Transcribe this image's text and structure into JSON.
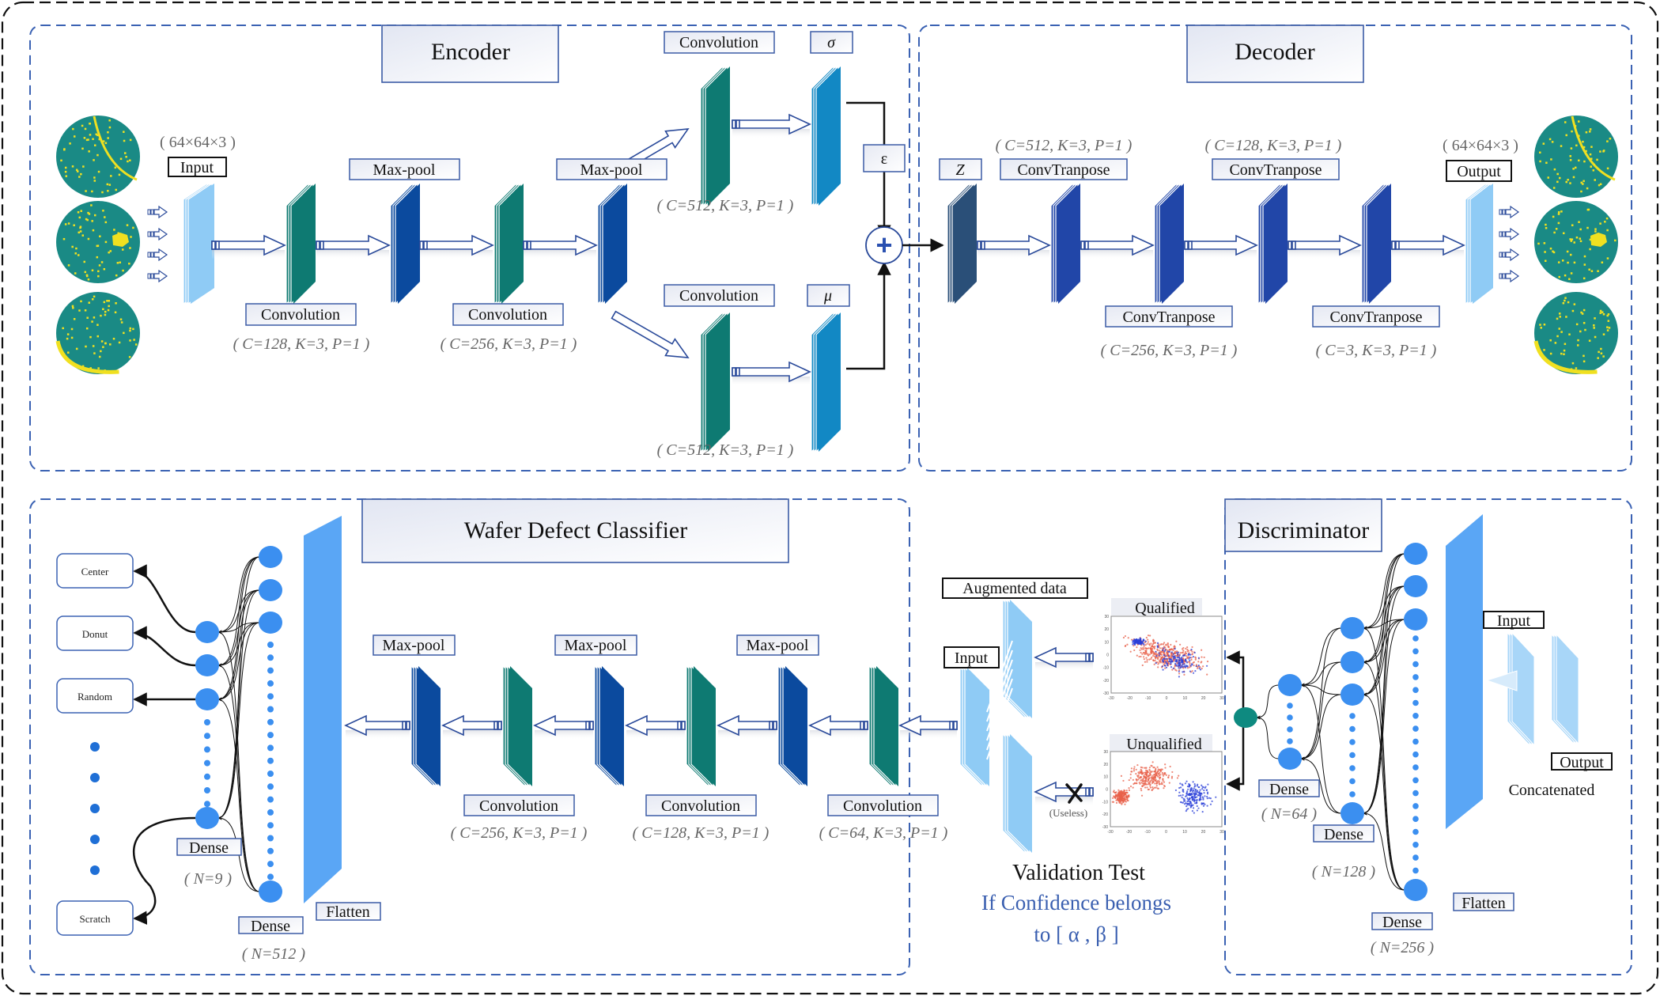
{
  "colors": {
    "panel_border": "#3b62b3",
    "conv_layer": "#0e7a72",
    "maxpool_layer": "#0b4a9e",
    "latent_layer": "#1288c4",
    "z_layer": "#2a4f78",
    "convtranspose_layer": "#2146a8",
    "io_layer": "#8fcbf5",
    "dense_node": "#3b8ff0",
    "output_node": "#0e8a80",
    "wafer_base": "#1a8a85",
    "wafer_defect": "#f0e020",
    "highlight_text": "#3a5fb0",
    "scatter_red": "#e8604a",
    "scatter_blue": "#2a3fd8"
  },
  "encoder": {
    "title": "Encoder",
    "input_size": "( 64×64×3 )",
    "input_label": "Input",
    "layers": [
      {
        "label": "Convolution",
        "params": "( C=128, K=3, P=1 )"
      },
      {
        "label": "Max-pool"
      },
      {
        "label": "Convolution",
        "params": "( C=256, K=3, P=1 )"
      },
      {
        "label": "Max-pool"
      }
    ],
    "sigma_branch": {
      "conv_label": "Convolution",
      "params": "( C=512, K=3, P=1 )",
      "out_label": "σ"
    },
    "mu_branch": {
      "conv_label": "Convolution",
      "params": "( C=512, K=3, P=1 )",
      "out_label": "μ"
    },
    "epsilon_label": "ε",
    "sum_symbol": "+"
  },
  "decoder": {
    "title": "Decoder",
    "z_label": "Z",
    "layers": [
      {
        "label": "ConvTranpose",
        "params": "( C=512, K=3, P=1 )"
      },
      {
        "label": "ConvTranpose",
        "params": "( C=256, K=3, P=1 )"
      },
      {
        "label": "ConvTranpose",
        "params": "( C=128, K=3, P=1 )"
      },
      {
        "label": "ConvTranpose",
        "params": "( C=3, K=3, P=1 )"
      }
    ],
    "output_size": "( 64×64×3 )",
    "output_label": "Output"
  },
  "classifier": {
    "title": "Wafer Defect Classifier",
    "classes": [
      "Center",
      "Donut",
      "Random",
      "Scratch"
    ],
    "dense_out": {
      "label": "Dense",
      "params": "( N=9 )"
    },
    "dense_hidden": {
      "label": "Dense",
      "params": "( N=512 )"
    },
    "flatten_label": "Flatten",
    "maxpool_labels": [
      "Max-pool",
      "Max-pool",
      "Max-pool"
    ],
    "conv_layers": [
      {
        "label": "Convolution",
        "params": "( C=256, K=3, P=1 )"
      },
      {
        "label": "Convolution",
        "params": "( C=128, K=3, P=1 )"
      },
      {
        "label": "Convolution",
        "params": "( C=64, K=3, P=1 )"
      }
    ]
  },
  "validation": {
    "augmented_label": "Augmented data",
    "input_label": "Input",
    "qualified_label": "Qualified",
    "unqualified_label": "Unqualified",
    "useless_label": "(Useless)",
    "title": "Validation Test",
    "condition_line1": "If Confidence belongs",
    "condition_line2": "to [ α  ,  β ]",
    "plot_x_ticks": [
      "-30",
      "-20",
      "-10",
      "0",
      "10",
      "20",
      "30"
    ],
    "plot_y_ticks": [
      "30",
      "20",
      "10",
      "0",
      "-10",
      "-20",
      "-30"
    ]
  },
  "discriminator": {
    "title": "Discriminator",
    "dense_layers": [
      {
        "label": "Dense",
        "params": "( N=64 )"
      },
      {
        "label": "Dense",
        "params": "( N=128 )"
      },
      {
        "label": "Dense",
        "params": "( N=256 )"
      }
    ],
    "flatten_label": "Flatten",
    "input_label": "Input",
    "output_label": "Output",
    "concat_label": "Concatenated"
  }
}
